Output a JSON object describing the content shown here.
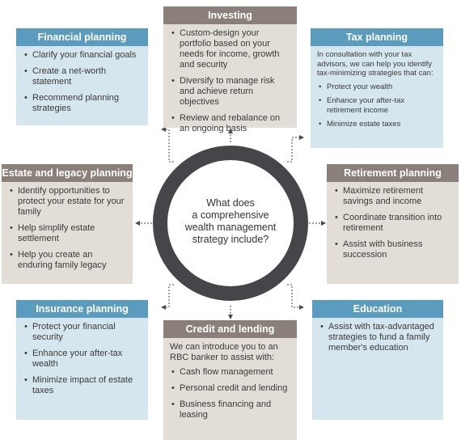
{
  "center": {
    "question_lines": [
      "What does",
      "a comprehensive",
      "wealth management",
      "strategy include?"
    ]
  },
  "colors": {
    "blue_header": "#5b9bbd",
    "blue_body": "#d6e6ee",
    "gray_header": "#8a8079",
    "gray_body": "#e2ddd7",
    "ring": "#454649"
  },
  "boxes": {
    "financial": {
      "title": "Financial planning",
      "items": [
        "Clarify your financial goals",
        "Create a net-worth statement",
        "Recommend planning strategies"
      ]
    },
    "investing": {
      "title": "Investing",
      "items": [
        "Custom-design your portfolio based on your needs for income, growth and security",
        "Diversify to manage risk and achieve return objectives",
        "Review and rebalance on an ongoing basis"
      ]
    },
    "tax": {
      "title": "Tax planning",
      "intro": "In consultation with your tax advisors, we can help you identify tax-minimizing strategies that can:",
      "items": [
        "Protect your wealth",
        "Enhance your after-tax retirement income",
        "Minimize estate taxes"
      ]
    },
    "estate": {
      "title": "Estate and legacy planning",
      "items": [
        "Identify opportunities to protect your estate for your family",
        "Help simplify estate settlement",
        "Help you create an enduring family legacy"
      ]
    },
    "retirement": {
      "title": "Retirement planning",
      "items": [
        "Maximize retirement savings and income",
        "Coordinate transition into retirement",
        "Assist with business succession"
      ]
    },
    "insurance": {
      "title": "Insurance planning",
      "items": [
        "Protect your financial security",
        "Enhance your after-tax wealth",
        "Minimize impact of estate taxes"
      ]
    },
    "credit": {
      "title": "Credit and lending",
      "intro": "We can introduce you to an RBC banker to assist with:",
      "items": [
        "Cash flow management",
        "Personal credit and lending",
        "Business financing and leasing"
      ]
    },
    "education": {
      "title": "Education",
      "items": [
        "Assist with tax-advantaged strategies to fund a family member's education"
      ]
    }
  }
}
